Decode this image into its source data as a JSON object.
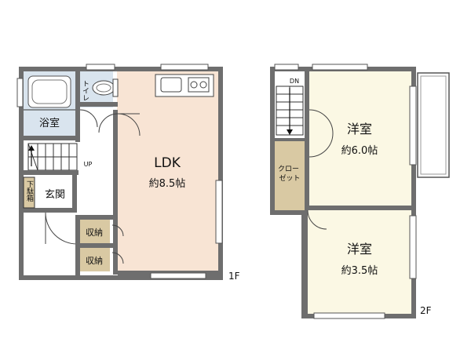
{
  "rooms": {
    "ldk_name": "LDK",
    "ldk_size": "約8.5帖",
    "bath": "浴室",
    "toilet": "トイレ",
    "entrance": "玄関",
    "shoebox": "下駄箱",
    "storage1": "収納",
    "storage2": "収納",
    "western1_name": "洋室",
    "western1_size": "約6.0帖",
    "western2_name": "洋室",
    "western2_size": "約3.5帖",
    "closet": "クローゼット"
  },
  "stairs": {
    "up": "UP",
    "down": "DN"
  },
  "floors": {
    "first": "1F",
    "second": "2F"
  },
  "colors": {
    "ldk_fill": "#f8e4d4",
    "room_fill": "#fbf8e4",
    "closet_fill": "#d9c9a3",
    "wet_fill": "#d9e4ee",
    "wall": "#6e6e6e"
  }
}
